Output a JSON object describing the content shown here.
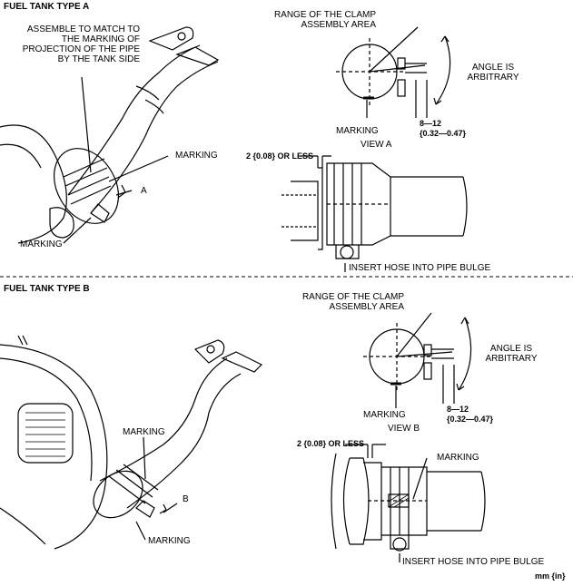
{
  "section_a": {
    "title": "FUEL TANK TYPE A",
    "assemble_note": [
      "ASSEMBLE TO MATCH TO",
      "THE MARKING OF",
      "PROJECTION OF THE PIPE",
      "BY THE TANK SIDE"
    ],
    "marking_upper": "MARKING",
    "marking_lower": "MARKING",
    "arrow_label": "A",
    "clamp_range": [
      "RANGE OF THE CLAMP",
      "ASSEMBLY AREA"
    ],
    "angle_note": [
      "ANGLE IS",
      "ARBITRARY"
    ],
    "view_marking": "MARKING",
    "dimension": [
      "8—12",
      "{0.32—0.47}"
    ],
    "view_label": "VIEW A",
    "clearance": "2 {0.08} OR LESS",
    "insert_note": "INSERT HOSE INTO PIPE BULGE"
  },
  "section_b": {
    "title": "FUEL TANK TYPE B",
    "marking_upper": "MARKING",
    "marking_lower": "MARKING",
    "arrow_label": "B",
    "clamp_range": [
      "RANGE OF THE CLAMP",
      "ASSEMBLY AREA"
    ],
    "angle_note": [
      "ANGLE IS",
      "ARBITRARY"
    ],
    "view_marking": "MARKING",
    "dimension": [
      "8—12",
      "{0.32—0.47}"
    ],
    "view_label": "VIEW B",
    "clearance": "2 {0.08} OR LESS",
    "marking_side": "MARKING",
    "insert_note": "INSERT HOSE INTO PIPE BULGE"
  },
  "unit_note": "mm {in}"
}
